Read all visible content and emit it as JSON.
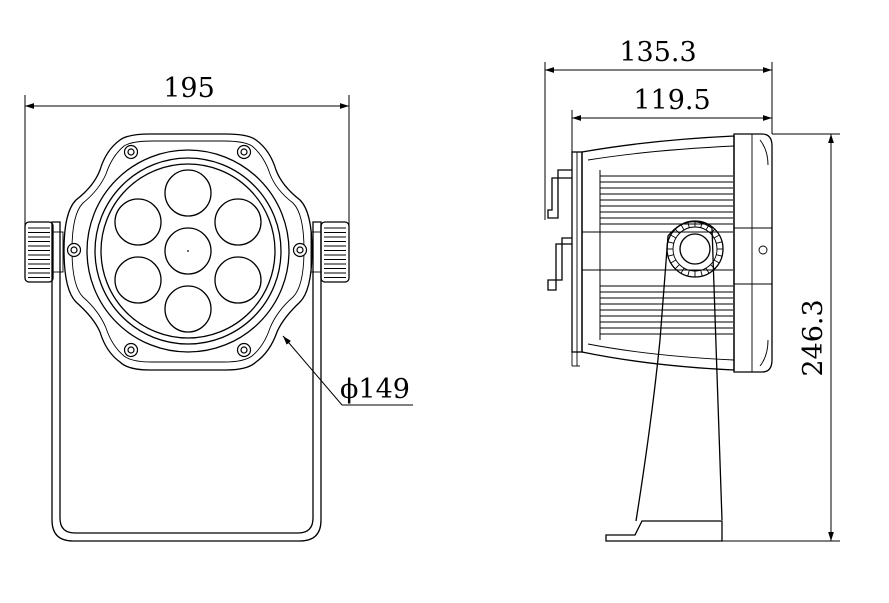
{
  "dimensions": {
    "front_width": "195",
    "front_diameter": "ϕ149",
    "side_overall_depth": "135.3",
    "side_body_depth": "119.5",
    "side_height": "246.3"
  }
}
